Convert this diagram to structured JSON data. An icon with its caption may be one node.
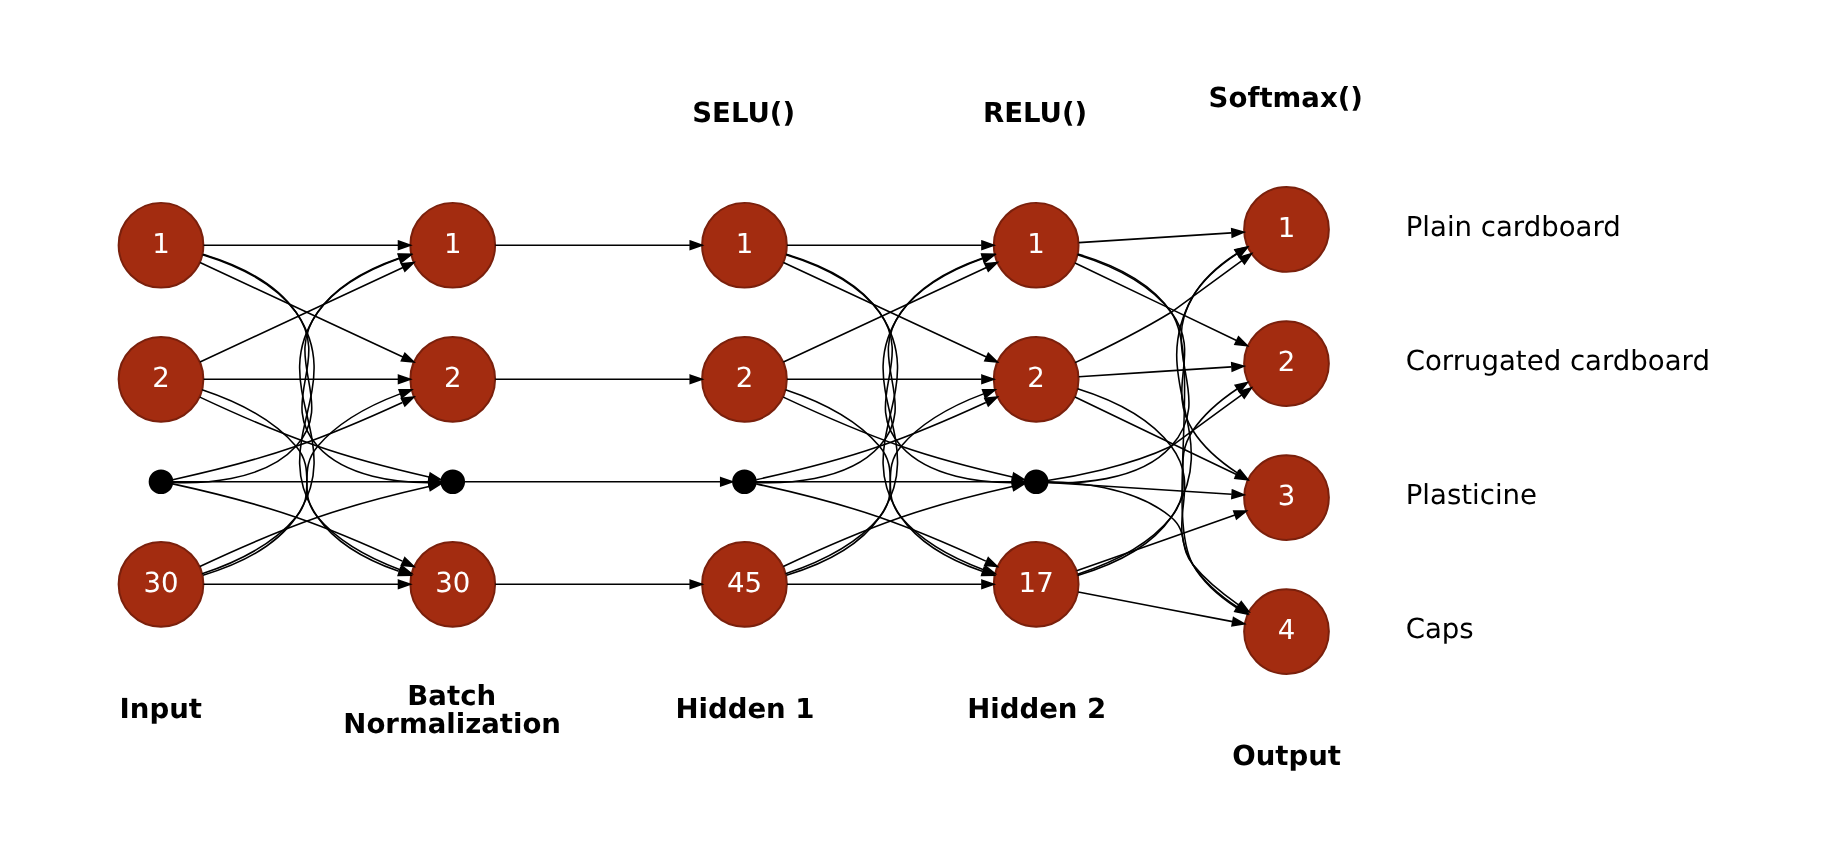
{
  "diagram": {
    "nodes": [
      {
        "text": [
          "1"
        ]
      },
      {
        "text": [
          "2"
        ]
      },
      {
        "text": [],
        "shape": "circle"
      },
      {
        "text": [
          "30"
        ]
      },
      {
        "text": [
          "1"
        ]
      },
      {
        "text": [
          "2"
        ]
      },
      {
        "text": [],
        "shape": "circle"
      },
      {
        "text": [
          "30"
        ]
      },
      {
        "text": [
          "1"
        ]
      },
      {
        "text": [
          "2"
        ]
      },
      {
        "text": [],
        "shape": "circle"
      },
      {
        "text": [
          "45"
        ]
      },
      {
        "text": [
          "1"
        ]
      },
      {
        "text": [
          "2"
        ]
      },
      {
        "text": [],
        "shape": "circle"
      },
      {
        "text": [
          "17"
        ]
      },
      {
        "text": [
          "1"
        ],
        "beside": [
          "Plain cardboard"
        ]
      },
      {
        "text": [
          "2"
        ],
        "beside": [
          "Corrugated cardboard"
        ]
      },
      {
        "text": [
          "3"
        ],
        "beside": [
          "Plasticine"
        ]
      },
      {
        "text": [
          "4"
        ],
        "beside": [
          "Caps"
        ]
      }
    ],
    "edges": [
      {
        "from": 0,
        "to": 4,
        "arrow": "to"
      },
      {
        "from": 0,
        "to": 5,
        "arrow": "to"
      },
      {
        "from": 0,
        "to": 6,
        "arrow": "to"
      },
      {
        "from": 0,
        "to": 7,
        "arrow": "to"
      },
      {
        "from": 1,
        "to": 4,
        "arrow": "to"
      },
      {
        "from": 1,
        "to": 5,
        "arrow": "to"
      },
      {
        "from": 1,
        "to": 6,
        "arrow": "to"
      },
      {
        "from": 1,
        "to": 7,
        "arrow": "to"
      },
      {
        "from": 2,
        "to": 4,
        "arrow": "to"
      },
      {
        "from": 2,
        "to": 5,
        "arrow": "to"
      },
      {
        "from": 2,
        "to": 6,
        "arrow": "to"
      },
      {
        "from": 2,
        "to": 7,
        "arrow": "to"
      },
      {
        "from": 3,
        "to": 4,
        "arrow": "to"
      },
      {
        "from": 3,
        "to": 5,
        "arrow": "to"
      },
      {
        "from": 3,
        "to": 6,
        "arrow": "to"
      },
      {
        "from": 3,
        "to": 7,
        "arrow": "to"
      },
      {
        "from": 4,
        "to": 8,
        "arrow": "to"
      },
      {
        "from": 5,
        "to": 9,
        "arrow": "to"
      },
      {
        "from": 6,
        "to": 10,
        "arrow": "to"
      },
      {
        "from": 7,
        "to": 11,
        "arrow": "to"
      },
      {
        "from": 8,
        "to": 12,
        "arrow": "to"
      },
      {
        "from": 8,
        "to": 13,
        "arrow": "to"
      },
      {
        "from": 8,
        "to": 14,
        "arrow": "to"
      },
      {
        "from": 8,
        "to": 15,
        "arrow": "to"
      },
      {
        "from": 9,
        "to": 12,
        "arrow": "to"
      },
      {
        "from": 9,
        "to": 13,
        "arrow": "to"
      },
      {
        "from": 9,
        "to": 14,
        "arrow": "to"
      },
      {
        "from": 9,
        "to": 15,
        "arrow": "to"
      },
      {
        "from": 10,
        "to": 12,
        "arrow": "to"
      },
      {
        "from": 10,
        "to": 13,
        "arrow": "to"
      },
      {
        "from": 10,
        "to": 14,
        "arrow": "to"
      },
      {
        "from": 10,
        "to": 15,
        "arrow": "to"
      },
      {
        "from": 11,
        "to": 12,
        "arrow": "to"
      },
      {
        "from": 11,
        "to": 13,
        "arrow": "to"
      },
      {
        "from": 11,
        "to": 14,
        "arrow": "to"
      },
      {
        "from": 11,
        "to": 15,
        "arrow": "to"
      },
      {
        "from": 12,
        "to": 16,
        "arrow": "to"
      },
      {
        "from": 12,
        "to": 17,
        "arrow": "to"
      },
      {
        "from": 12,
        "to": 18,
        "arrow": "to"
      },
      {
        "from": 12,
        "to": 19,
        "arrow": "to"
      },
      {
        "from": 13,
        "to": 16,
        "arrow": "to"
      },
      {
        "from": 13,
        "to": 17,
        "arrow": "to"
      },
      {
        "from": 13,
        "to": 18,
        "arrow": "to"
      },
      {
        "from": 13,
        "to": 19,
        "arrow": "to"
      },
      {
        "from": 14,
        "to": 16,
        "arrow": "to"
      },
      {
        "from": 14,
        "to": 17,
        "arrow": "to"
      },
      {
        "from": 14,
        "to": 18,
        "arrow": "to"
      },
      {
        "from": 14,
        "to": 19,
        "arrow": "to"
      },
      {
        "from": 15,
        "to": 16,
        "arrow": "to"
      },
      {
        "from": 15,
        "to": 17,
        "arrow": "to"
      },
      {
        "from": 15,
        "to": 18,
        "arrow": "to"
      },
      {
        "from": 15,
        "to": 19,
        "arrow": "to"
      }
    ],
    "labels": [
      "SELU()",
      "RELU()",
      "Softmax()",
      "Input",
      "Batch Normalization",
      "Hidden 1",
      "Hidden 2",
      "Output"
    ]
  }
}
